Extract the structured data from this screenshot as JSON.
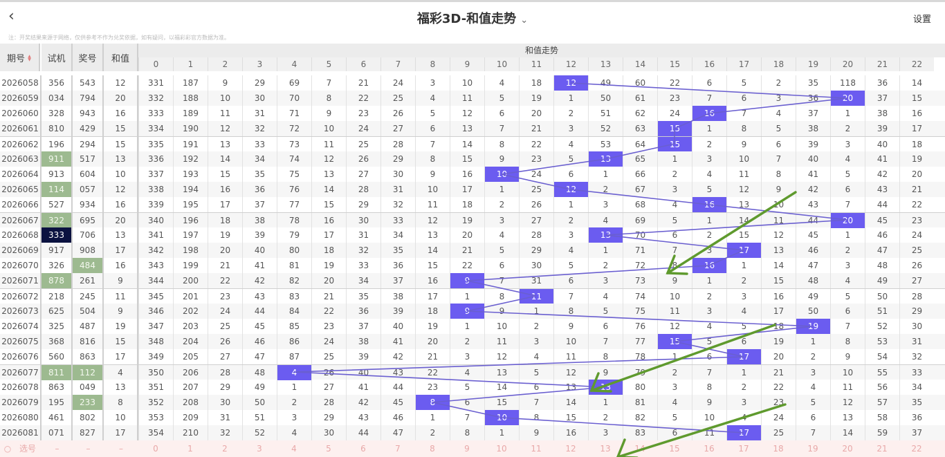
{
  "header": {
    "back_icon": "chevron-left-icon",
    "title": "福彩3D-和值走势",
    "title_chevron": "⌄",
    "settings": "设置"
  },
  "note": "注：开奖结果来源于网络，仅供参考不作为兑奖依据，如有疑问，以福彩彩官方数据为准。",
  "columns": {
    "issue": "期号",
    "sort_icon": "▲▼",
    "trial": "试机",
    "award": "奖号",
    "sum": "和值",
    "trend": "和值走势"
  },
  "sum_values": [
    "0",
    "1",
    "2",
    "3",
    "4",
    "5",
    "6",
    "7",
    "8",
    "9",
    "10",
    "11",
    "12",
    "13",
    "14",
    "15",
    "16",
    "17",
    "18",
    "19",
    "20",
    "21",
    "22"
  ],
  "colors": {
    "hit": "#6b5cf0",
    "green": "#9dba90",
    "navy": "#0b1240",
    "arrow": "#5f9a2e"
  },
  "rows": [
    {
      "issue": "2026058",
      "trial": "356",
      "award": "543",
      "sum": 12,
      "miss": [
        331,
        187,
        9,
        29,
        69,
        7,
        21,
        24,
        3,
        10,
        4,
        18,
        12,
        49,
        60,
        22,
        6,
        5,
        2,
        35,
        118,
        36,
        14
      ]
    },
    {
      "issue": "2026059",
      "trial": "034",
      "award": "794",
      "sum": 20,
      "miss": [
        332,
        188,
        10,
        30,
        70,
        8,
        22,
        25,
        4,
        11,
        5,
        19,
        1,
        50,
        61,
        23,
        7,
        6,
        3,
        36,
        20,
        37,
        15
      ]
    },
    {
      "issue": "2026060",
      "trial": "328",
      "award": "943",
      "sum": 16,
      "miss": [
        333,
        189,
        11,
        31,
        71,
        9,
        23,
        26,
        5,
        12,
        6,
        20,
        2,
        51,
        62,
        24,
        16,
        7,
        4,
        37,
        1,
        38,
        16
      ]
    },
    {
      "issue": "2026061",
      "trial": "810",
      "award": "429",
      "sum": 15,
      "miss": [
        334,
        190,
        12,
        32,
        72,
        10,
        24,
        27,
        6,
        13,
        7,
        21,
        3,
        52,
        63,
        15,
        1,
        8,
        5,
        38,
        2,
        39,
        17
      ]
    },
    {
      "issue": "2026062",
      "trial": "196",
      "award": "294",
      "sum": 15,
      "miss": [
        335,
        191,
        13,
        33,
        73,
        11,
        25,
        28,
        7,
        14,
        8,
        22,
        4,
        53,
        64,
        15,
        2,
        9,
        6,
        39,
        3,
        40,
        18
      ]
    },
    {
      "issue": "2026063",
      "trial": "911",
      "award": "517",
      "sum": 13,
      "trial_mark": "green",
      "miss": [
        336,
        192,
        14,
        34,
        74,
        12,
        26,
        29,
        8,
        15,
        9,
        23,
        5,
        13,
        65,
        1,
        3,
        10,
        7,
        40,
        4,
        41,
        19
      ]
    },
    {
      "issue": "2026064",
      "trial": "913",
      "award": "604",
      "sum": 10,
      "miss": [
        337,
        193,
        15,
        35,
        75,
        13,
        27,
        30,
        9,
        16,
        10,
        24,
        6,
        1,
        66,
        2,
        4,
        11,
        8,
        41,
        5,
        42,
        20
      ]
    },
    {
      "issue": "2026065",
      "trial": "114",
      "award": "057",
      "sum": 12,
      "trial_mark": "green",
      "miss": [
        338,
        194,
        16,
        36,
        76,
        14,
        28,
        31,
        10,
        17,
        1,
        25,
        12,
        2,
        67,
        3,
        5,
        12,
        9,
        42,
        6,
        43,
        21
      ]
    },
    {
      "issue": "2026066",
      "trial": "527",
      "award": "934",
      "sum": 16,
      "miss": [
        339,
        195,
        17,
        37,
        77,
        15,
        29,
        32,
        11,
        18,
        2,
        26,
        1,
        3,
        68,
        4,
        16,
        13,
        10,
        43,
        7,
        44,
        22
      ]
    },
    {
      "issue": "2026067",
      "trial": "322",
      "award": "695",
      "sum": 20,
      "trial_mark": "green",
      "miss": [
        340,
        196,
        18,
        38,
        78,
        16,
        30,
        33,
        12,
        19,
        3,
        27,
        2,
        4,
        69,
        5,
        1,
        14,
        11,
        44,
        20,
        45,
        23
      ]
    },
    {
      "issue": "2026068",
      "trial": "333",
      "award": "706",
      "sum": 13,
      "trial_mark": "navy",
      "miss": [
        341,
        197,
        19,
        39,
        79,
        17,
        31,
        34,
        13,
        20,
        4,
        28,
        3,
        13,
        70,
        6,
        2,
        15,
        12,
        45,
        1,
        46,
        24
      ]
    },
    {
      "issue": "2026069",
      "trial": "917",
      "award": "908",
      "sum": 17,
      "miss": [
        342,
        198,
        20,
        40,
        80,
        18,
        32,
        35,
        14,
        21,
        5,
        29,
        4,
        1,
        71,
        7,
        3,
        17,
        13,
        46,
        2,
        47,
        25
      ]
    },
    {
      "issue": "2026070",
      "trial": "326",
      "award": "484",
      "sum": 16,
      "award_mark": "green",
      "miss": [
        343,
        199,
        21,
        41,
        81,
        19,
        33,
        36,
        15,
        22,
        6,
        30,
        5,
        2,
        72,
        8,
        16,
        1,
        14,
        47,
        3,
        48,
        26
      ]
    },
    {
      "issue": "2026071",
      "trial": "878",
      "award": "261",
      "sum": 9,
      "trial_mark": "green",
      "miss": [
        344,
        200,
        22,
        42,
        82,
        20,
        34,
        37,
        16,
        9,
        7,
        31,
        6,
        3,
        73,
        9,
        1,
        2,
        15,
        48,
        4,
        49,
        27
      ]
    },
    {
      "issue": "2026072",
      "trial": "218",
      "award": "245",
      "sum": 11,
      "miss": [
        345,
        201,
        23,
        43,
        83,
        21,
        35,
        38,
        17,
        1,
        8,
        11,
        7,
        4,
        74,
        10,
        2,
        3,
        16,
        49,
        5,
        50,
        28
      ]
    },
    {
      "issue": "2026073",
      "trial": "625",
      "award": "504",
      "sum": 9,
      "miss": [
        346,
        202,
        24,
        44,
        84,
        22,
        36,
        39,
        18,
        9,
        9,
        1,
        8,
        5,
        75,
        11,
        3,
        4,
        17,
        50,
        6,
        51,
        29
      ]
    },
    {
      "issue": "2026074",
      "trial": "325",
      "award": "487",
      "sum": 19,
      "miss": [
        347,
        203,
        25,
        45,
        85,
        23,
        37,
        40,
        19,
        1,
        10,
        2,
        9,
        6,
        76,
        12,
        4,
        5,
        18,
        19,
        7,
        52,
        30
      ]
    },
    {
      "issue": "2026075",
      "trial": "368",
      "award": "816",
      "sum": 15,
      "miss": [
        348,
        204,
        26,
        46,
        86,
        24,
        38,
        41,
        20,
        2,
        11,
        3,
        10,
        7,
        77,
        15,
        5,
        6,
        19,
        1,
        8,
        53,
        31
      ]
    },
    {
      "issue": "2026076",
      "trial": "560",
      "award": "863",
      "sum": 17,
      "miss": [
        349,
        205,
        27,
        47,
        87,
        25,
        39,
        42,
        21,
        3,
        12,
        4,
        11,
        8,
        78,
        1,
        6,
        17,
        20,
        2,
        9,
        54,
        32
      ]
    },
    {
      "issue": "2026077",
      "trial": "811",
      "award": "112",
      "sum": 4,
      "trial_mark": "green",
      "award_mark": "green",
      "miss": [
        350,
        206,
        28,
        48,
        4,
        26,
        40,
        43,
        22,
        4,
        13,
        5,
        12,
        9,
        79,
        2,
        7,
        1,
        21,
        3,
        10,
        55,
        33
      ]
    },
    {
      "issue": "2026078",
      "trial": "863",
      "award": "049",
      "sum": 13,
      "miss": [
        351,
        207,
        29,
        49,
        1,
        27,
        41,
        44,
        23,
        5,
        14,
        6,
        13,
        13,
        80,
        3,
        8,
        2,
        22,
        4,
        11,
        56,
        34
      ]
    },
    {
      "issue": "2026079",
      "trial": "195",
      "award": "233",
      "sum": 8,
      "award_mark": "green",
      "miss": [
        352,
        208,
        30,
        50,
        2,
        28,
        42,
        45,
        8,
        6,
        15,
        7,
        14,
        1,
        81,
        4,
        9,
        3,
        23,
        5,
        12,
        57,
        35
      ]
    },
    {
      "issue": "2026080",
      "trial": "461",
      "award": "802",
      "sum": 10,
      "miss": [
        353,
        209,
        31,
        51,
        3,
        29,
        43,
        46,
        1,
        7,
        10,
        8,
        15,
        2,
        82,
        5,
        10,
        4,
        24,
        6,
        13,
        58,
        36
      ]
    },
    {
      "issue": "2026081",
      "trial": "071",
      "award": "827",
      "sum": 17,
      "miss": [
        354,
        210,
        32,
        52,
        4,
        30,
        44,
        47,
        2,
        8,
        1,
        9,
        16,
        3,
        83,
        6,
        11,
        17,
        25,
        7,
        14,
        59,
        37
      ]
    }
  ],
  "pick_row": {
    "radio_icon": "○",
    "label": "选号",
    "dash": "–"
  }
}
